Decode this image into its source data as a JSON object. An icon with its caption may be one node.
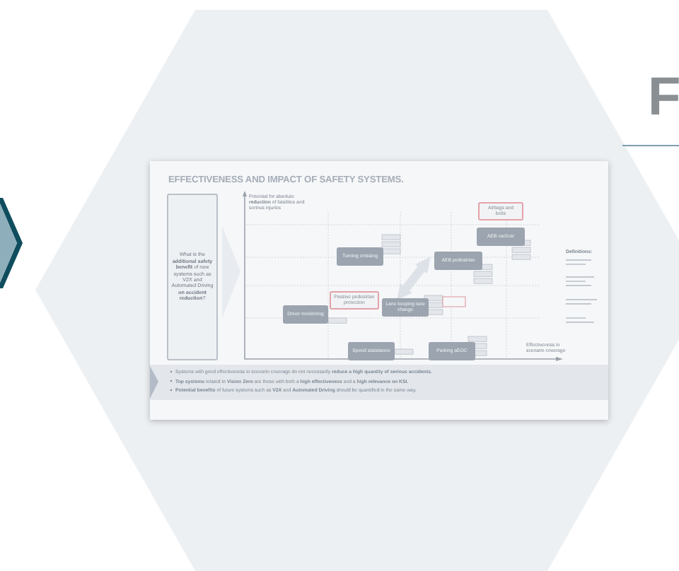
{
  "diagram": {
    "title": "EFFECTIVENESS AND IMPACT OF SAFETY SYSTEMS.",
    "nodes": [
      {
        "text": [
          "What is the **additional safety benefit** of new systems such as V2X and Automated Driving **on accident reduction**?"
        ]
      },
      {
        "text": [
          "Airbags and belts"
        ]
      },
      {
        "text": [
          "AEB car2car"
        ]
      },
      {
        "text": [
          "Turning crossing"
        ]
      },
      {
        "text": [
          "AEB pedestrian"
        ]
      },
      {
        "text": [
          "Passive pedestrian protection"
        ]
      },
      {
        "text": [
          "Lane keeping lane change"
        ]
      },
      {
        "text": [
          "Driver monitoring"
        ]
      },
      {
        "text": [
          "Speed assistance"
        ]
      },
      {
        "text": [
          "Parking aEOC"
        ]
      }
    ],
    "edges": [
      {
        "from": 6,
        "to": 4,
        "arrow": "both",
        "color": "#dde2e8"
      }
    ],
    "labels": [
      "F",
      "Potential for absolute **reduction** of fatalities and serious injuries",
      "Definitions:",
      "Effectiveness in scenario coverage",
      "Systems with good effectiveness in scenario coverage do not necessarily **reduce a high quantity of serious accidents.**",
      "**Top systems** related to **Vision Zero** are those with both a **high effectiveness** and a **high relevance on KSI.**",
      "**Potential benefits** of future systems such as **V2X** and **Automated Driving** should be quantified in the same way."
    ]
  }
}
